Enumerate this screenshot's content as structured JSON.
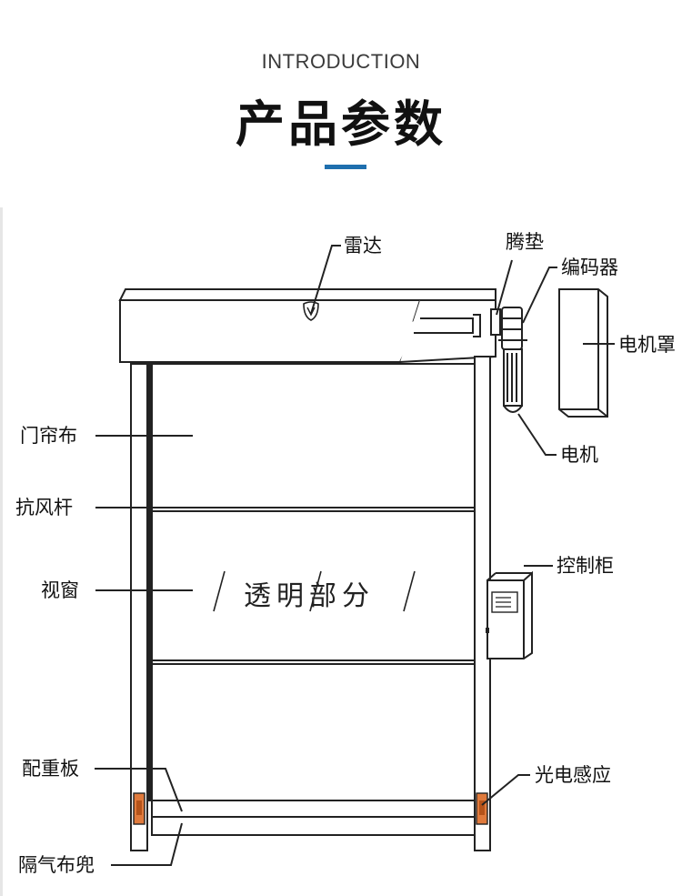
{
  "header": {
    "intro": "INTRODUCTION",
    "title": "产品参数",
    "accent_color": "#1f6fae"
  },
  "diagram": {
    "window_text": "透明部分",
    "labels": {
      "radar": "雷达",
      "pad": "腾垫",
      "encoder": "编码器",
      "motor_cover": "电机罩",
      "motor": "电机",
      "curtain": "门帘布",
      "wind_bar": "抗风杆",
      "window": "视窗",
      "control_box": "控制柜",
      "weight_plate": "配重板",
      "photo_sensor": "光电感应",
      "air_pocket": "隔气布兜"
    },
    "sensor_color": "#e07a3c"
  }
}
